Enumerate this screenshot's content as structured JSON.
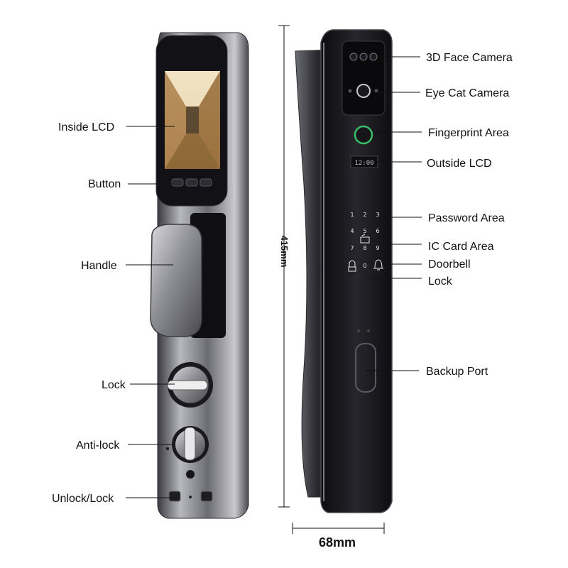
{
  "inside_panel": {
    "labels": {
      "inside_lcd": "Inside LCD",
      "button": "Button",
      "handle": "Handle",
      "lock": "Lock",
      "anti_lock": "Anti-lock",
      "unlock_lock": "Unlock/Lock"
    }
  },
  "outside_panel": {
    "labels": {
      "face_camera": "3D Face Camera",
      "eye_cat_camera": "Eye Cat Camera",
      "fingerprint_area": "Fingerprint Area",
      "outside_lcd": "Outside LCD",
      "password_area": "Password Area",
      "ic_card_area": "IC Card Area",
      "doorbell": "Doorbell",
      "lock": "Lock",
      "backup_port": "Backup Port"
    },
    "lcd_time": "12:00",
    "keypad": [
      "1",
      "2",
      "3",
      "4",
      "5",
      "6",
      "7",
      "8",
      "9",
      "0"
    ]
  },
  "dimensions": {
    "height": "415mm",
    "width": "68mm"
  },
  "colors": {
    "body_dark": "#1c1c20",
    "body_chrome": "#8a8a90",
    "screen_warm": "#c9a46a",
    "label_text": "#111111"
  }
}
